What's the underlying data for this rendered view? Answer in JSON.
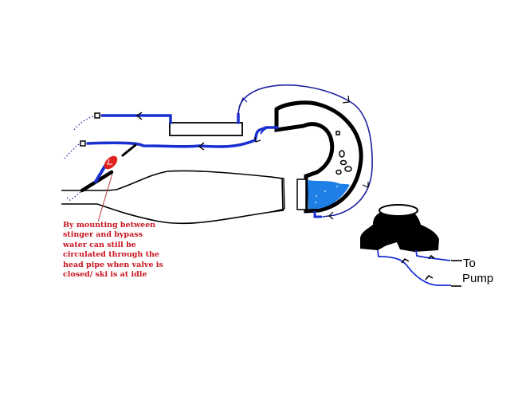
{
  "diagram": {
    "annotation": "By mounting between\nstinger and bypass\nwater can still be\ncirculated through the\nhead pipe when valve is\nclosed/ ski is at idle",
    "pump_label_line1": "To",
    "pump_label_line2": "Pump",
    "components": [
      {
        "name": "stinger-exhaust-cone",
        "type": "pipe"
      },
      {
        "name": "head-pipe",
        "type": "curved-pipe"
      },
      {
        "name": "water-box",
        "type": "chamber"
      },
      {
        "name": "cooling-rail",
        "type": "rectangle"
      },
      {
        "name": "bypass-valve",
        "type": "valve"
      },
      {
        "name": "engine-head",
        "type": "block"
      }
    ],
    "colors": {
      "water_line": "#1a2fd0",
      "flow_line": "#1b1f9e",
      "valve": "#e0231e",
      "annotation": "#c8141e",
      "water": "#1e7fe6",
      "outline": "#000000"
    }
  }
}
